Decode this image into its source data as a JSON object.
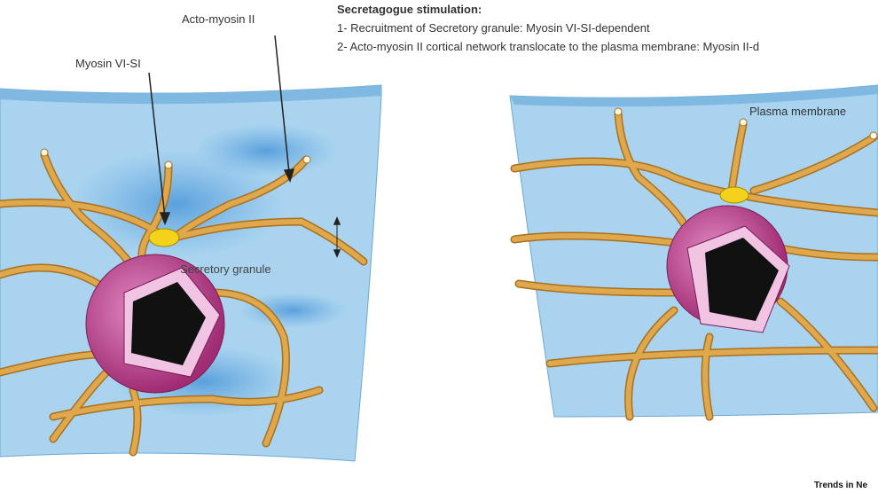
{
  "header": {
    "title": "Secretagogue stimulation:",
    "step1": "1- Recruitment of Secretory granule: Myosin VI-SI-dependent",
    "step2": "2- Acto-myosin II cortical network translocate to the plasma membrane: Myosin II-d"
  },
  "labels": {
    "acto_myosin": "Acto-myosin II",
    "myosin_vi": "Myosin VI-SI",
    "secretory_granule": "Secretory granule",
    "plasma_membrane": "Plasma membrane"
  },
  "footer": {
    "journal": "Trends in Ne"
  },
  "colors": {
    "membrane": "#a9d3ef",
    "fiber": "#e0a84c",
    "granule": "#c0468e",
    "myosin": "#f2d21a"
  }
}
